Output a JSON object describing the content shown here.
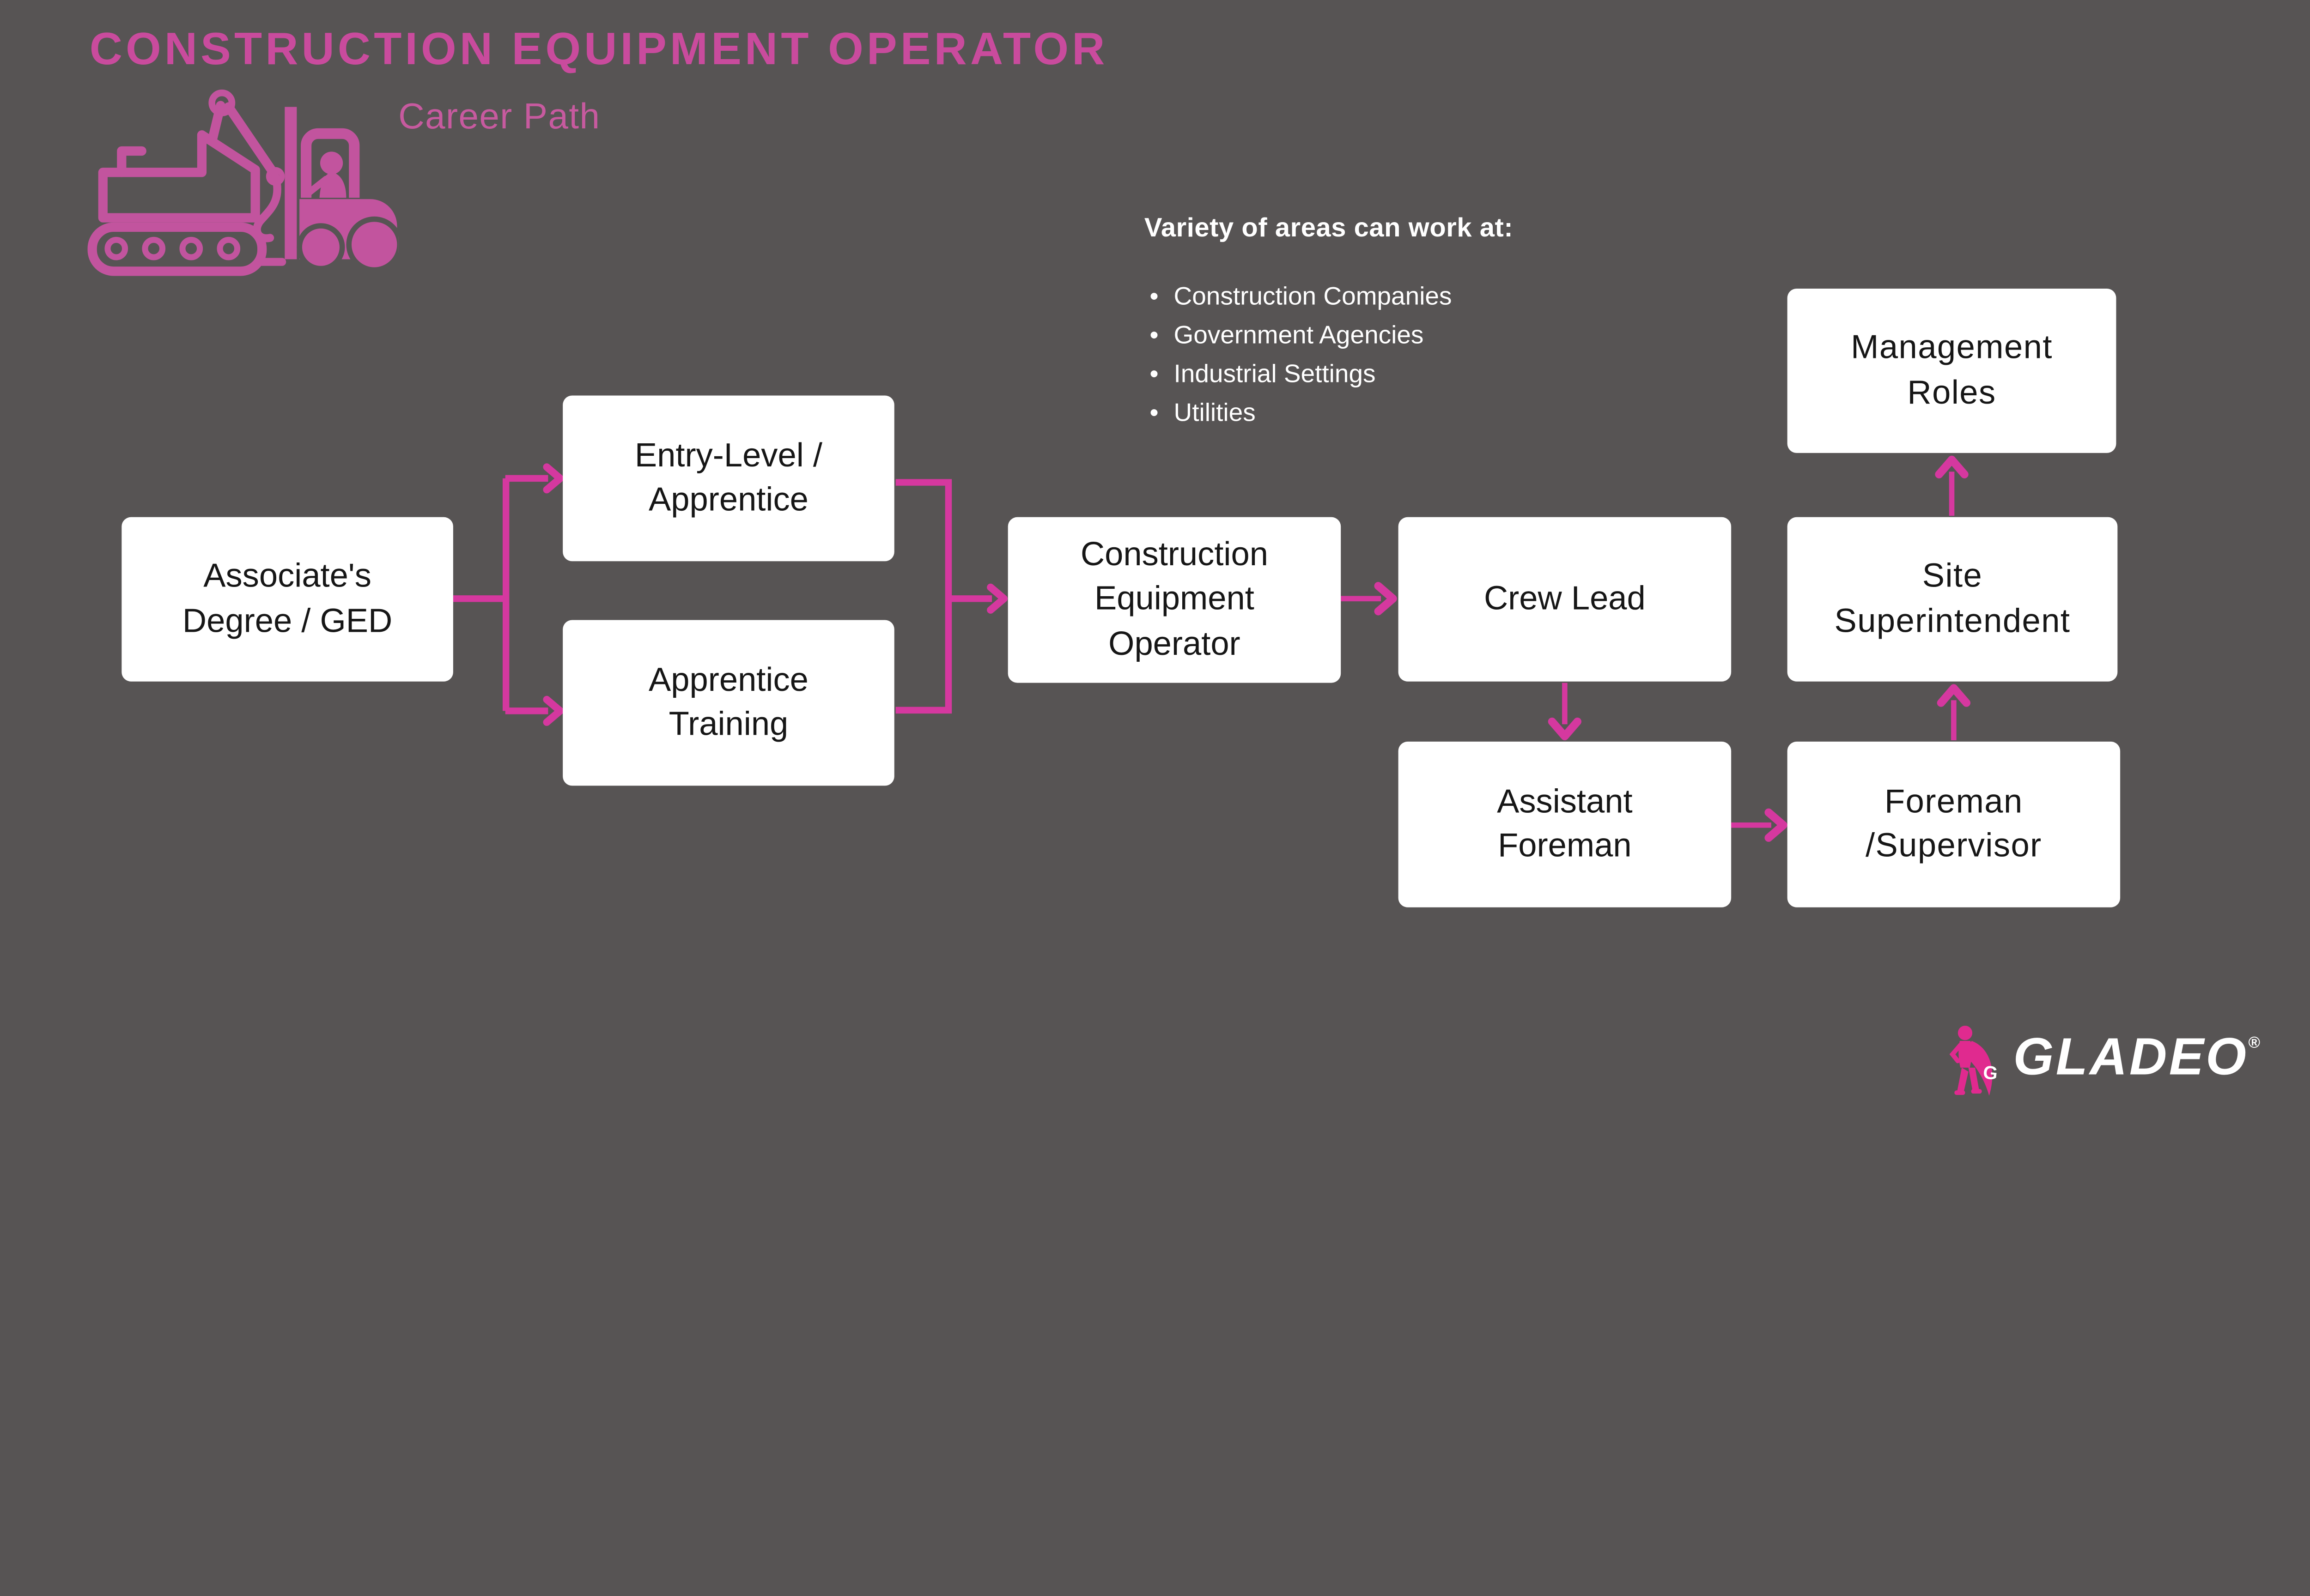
{
  "header": {
    "title": "CONSTRUCTION EQUIPMENT OPERATOR",
    "subtitle": "Career Path"
  },
  "areas": {
    "heading": "Variety of areas can work at:",
    "items": [
      "Construction Companies",
      "Government Agencies",
      "Industrial Settings",
      "Utilities"
    ]
  },
  "flow": {
    "nodes": [
      {
        "id": "associates-degree-ged",
        "lines": [
          "Associate's",
          "Degree / GED"
        ]
      },
      {
        "id": "entry-level-apprentice",
        "lines": [
          "Entry-Level /",
          "Apprentice"
        ]
      },
      {
        "id": "apprentice-training",
        "lines": [
          "Apprentice",
          "Training"
        ]
      },
      {
        "id": "construction-equipment-operator",
        "lines": [
          "Construction",
          "Equipment",
          "Operator"
        ]
      },
      {
        "id": "crew-lead",
        "lines": [
          "Crew Lead"
        ]
      },
      {
        "id": "assistant-foreman",
        "lines": [
          "Assistant",
          "Foreman"
        ]
      },
      {
        "id": "foreman-supervisor",
        "lines": [
          "Foreman",
          "/Supervisor"
        ]
      },
      {
        "id": "site-superintendent",
        "lines": [
          "Site",
          "Superintendent"
        ]
      },
      {
        "id": "management-roles",
        "lines": [
          "Management",
          "Roles"
        ]
      }
    ],
    "edges": [
      {
        "from": "associates-degree-ged",
        "to": "entry-level-apprentice"
      },
      {
        "from": "associates-degree-ged",
        "to": "apprentice-training"
      },
      {
        "from": "entry-level-apprentice",
        "to": "construction-equipment-operator"
      },
      {
        "from": "apprentice-training",
        "to": "construction-equipment-operator"
      },
      {
        "from": "construction-equipment-operator",
        "to": "crew-lead"
      },
      {
        "from": "crew-lead",
        "to": "assistant-foreman"
      },
      {
        "from": "assistant-foreman",
        "to": "foreman-supervisor"
      },
      {
        "from": "foreman-supervisor",
        "to": "site-superintendent"
      },
      {
        "from": "site-superintendent",
        "to": "management-roles"
      }
    ]
  },
  "branding": {
    "logo_text": "GLADEO",
    "registered_mark": "®",
    "mascot_letter": "G"
  },
  "colors": {
    "background": "#575454",
    "title_pink": "#c94b9d",
    "icon_pink": "#c2549e",
    "arrow_pink": "#d5389f",
    "mascot_pink": "#e02a8f",
    "box_background": "#ffffff",
    "box_text": "#161616",
    "list_text": "#ffffff"
  }
}
